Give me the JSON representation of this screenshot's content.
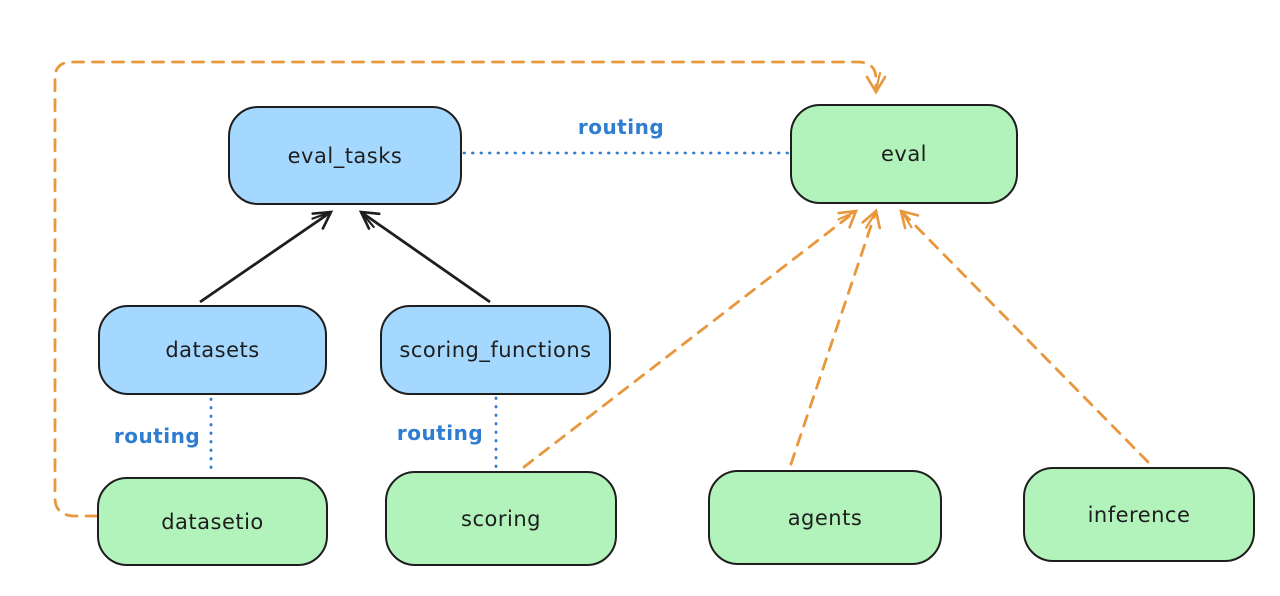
{
  "diagram": {
    "title": "",
    "colors": {
      "api_fill": "#a5d8ff",
      "provider_fill": "#b2f2bb",
      "stroke": "#1e1e1e",
      "orange_dashed": "#e8973c",
      "routing_blue": "#2f7dd1",
      "background": "#ffffff"
    },
    "nodes": [
      {
        "id": "eval_tasks",
        "label": "eval_tasks",
        "color": "blue"
      },
      {
        "id": "eval",
        "label": "eval",
        "color": "green"
      },
      {
        "id": "datasets",
        "label": "datasets",
        "color": "blue"
      },
      {
        "id": "scoring_functions",
        "label": "scoring_functions",
        "color": "blue"
      },
      {
        "id": "datasetio",
        "label": "datasetio",
        "color": "green"
      },
      {
        "id": "scoring",
        "label": "scoring",
        "color": "green"
      },
      {
        "id": "agents",
        "label": "agents",
        "color": "green"
      },
      {
        "id": "inference",
        "label": "inference",
        "color": "green"
      }
    ],
    "edges": [
      {
        "from": "datasets",
        "to": "eval_tasks",
        "style": "solid-arrow",
        "color": "black"
      },
      {
        "from": "scoring_functions",
        "to": "eval_tasks",
        "style": "solid-arrow",
        "color": "black"
      },
      {
        "from": "eval_tasks",
        "to": "eval",
        "style": "dotted",
        "color": "blue",
        "label": "routing"
      },
      {
        "from": "datasets",
        "to": "datasetio",
        "style": "dotted",
        "color": "blue",
        "label": "routing"
      },
      {
        "from": "scoring_functions",
        "to": "scoring",
        "style": "dotted",
        "color": "blue",
        "label": "routing"
      },
      {
        "from": "datasetio",
        "to": "eval",
        "style": "dashed-arrow",
        "color": "orange"
      },
      {
        "from": "scoring",
        "to": "eval",
        "style": "dashed-arrow",
        "color": "orange"
      },
      {
        "from": "agents",
        "to": "eval",
        "style": "dashed-arrow",
        "color": "orange"
      },
      {
        "from": "inference",
        "to": "eval",
        "style": "dashed-arrow",
        "color": "orange"
      }
    ]
  }
}
